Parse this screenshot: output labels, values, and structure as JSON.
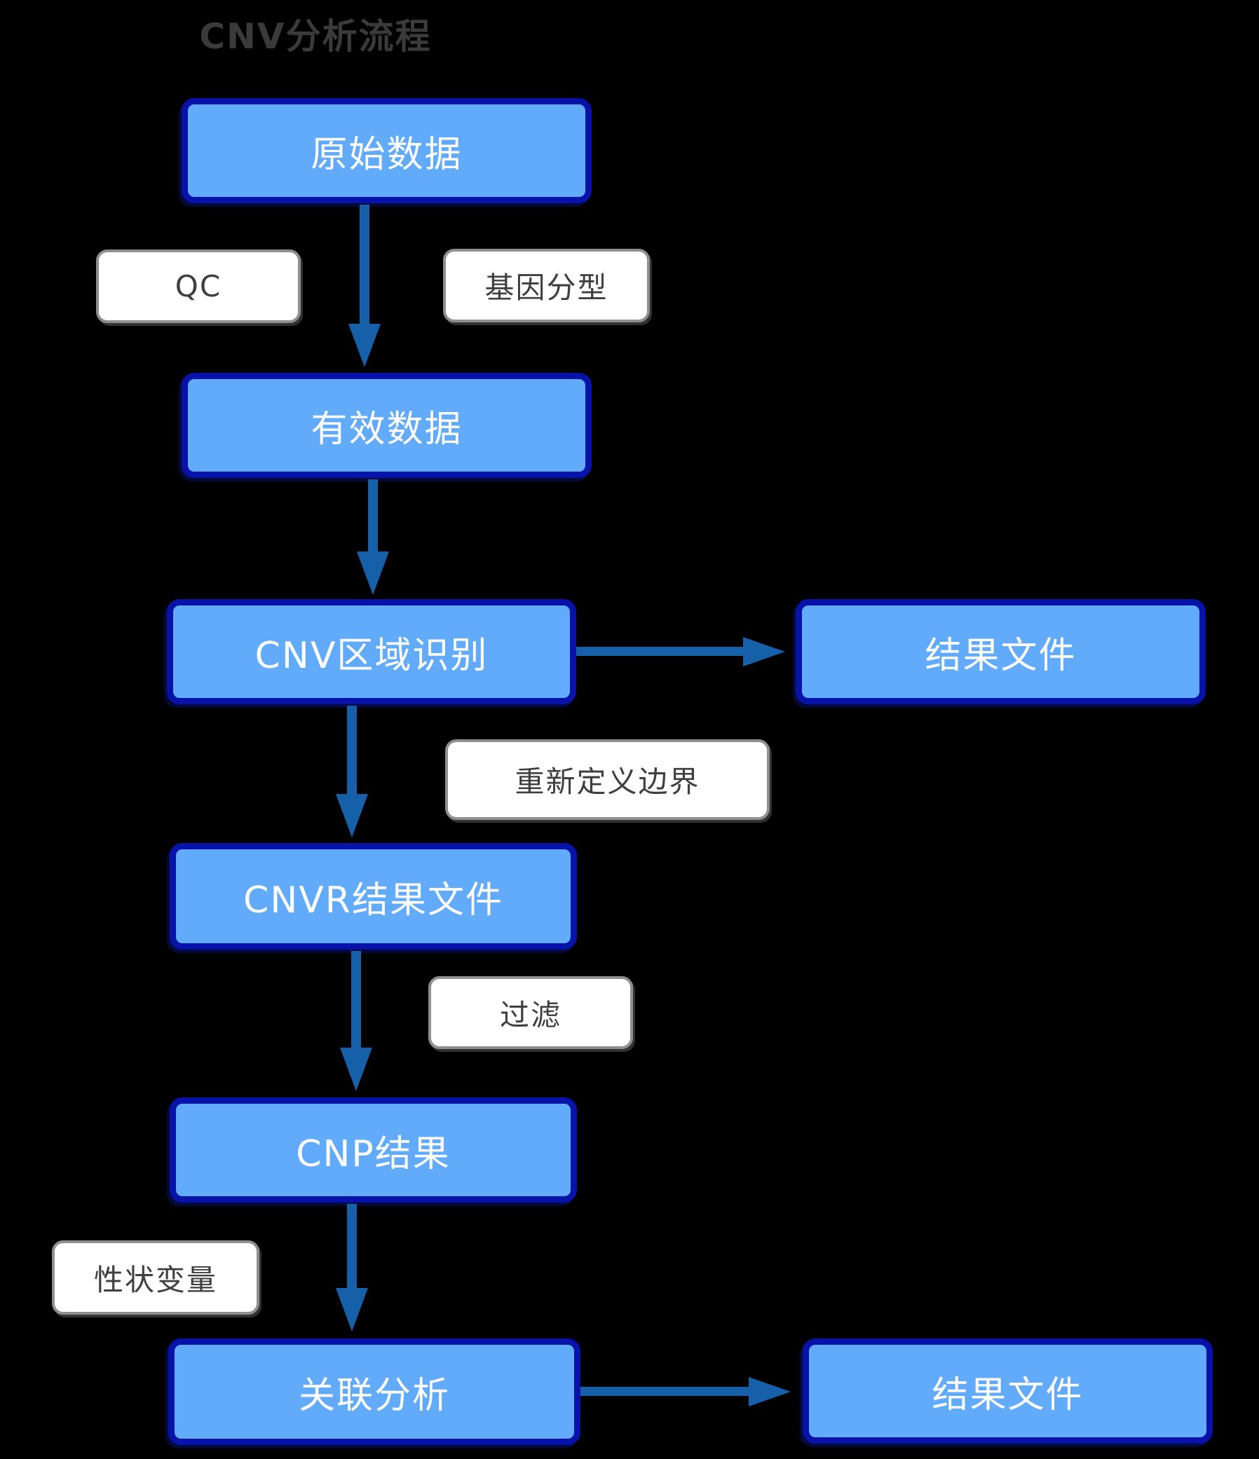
{
  "title": "CNV分析流程",
  "colors": {
    "background": "#000000",
    "node_fill": "#61abfa",
    "node_border": "#0713a8",
    "node_text": "#ffffff",
    "note_fill": "#ffffff",
    "note_border": "#8f8f8f",
    "note_text": "#3f3f3f",
    "arrow": "#1560a8",
    "title_text": "#3a3a3a"
  },
  "nodes": [
    {
      "id": "raw-data",
      "label": "原始数据"
    },
    {
      "id": "valid-data",
      "label": "有效数据"
    },
    {
      "id": "cnv-region",
      "label": "CNV区域识别"
    },
    {
      "id": "result-file-1",
      "label": "结果文件"
    },
    {
      "id": "cnvr-result",
      "label": "CNVR结果文件"
    },
    {
      "id": "cnp-result",
      "label": "CNP结果"
    },
    {
      "id": "association",
      "label": "关联分析"
    },
    {
      "id": "result-file-2",
      "label": "结果文件"
    }
  ],
  "notes": [
    {
      "id": "qc",
      "text": "QC"
    },
    {
      "id": "genotyping",
      "text": "基因分型"
    },
    {
      "id": "redefine-boundary",
      "text": "重新定义边界"
    },
    {
      "id": "filter",
      "text": "过滤"
    },
    {
      "id": "trait-variable",
      "text": "性状变量"
    }
  ],
  "connections": [
    {
      "from": "raw-data",
      "to": "valid-data",
      "labels": [
        "QC",
        "基因分型"
      ]
    },
    {
      "from": "valid-data",
      "to": "cnv-region",
      "labels": []
    },
    {
      "from": "cnv-region",
      "to": "result-file-1",
      "labels": []
    },
    {
      "from": "cnv-region",
      "to": "cnvr-result",
      "labels": [
        "重新定义边界"
      ]
    },
    {
      "from": "cnvr-result",
      "to": "cnp-result",
      "labels": [
        "过滤"
      ]
    },
    {
      "from": "cnp-result",
      "to": "association",
      "labels": [
        "性状变量"
      ]
    },
    {
      "from": "association",
      "to": "result-file-2",
      "labels": []
    }
  ]
}
